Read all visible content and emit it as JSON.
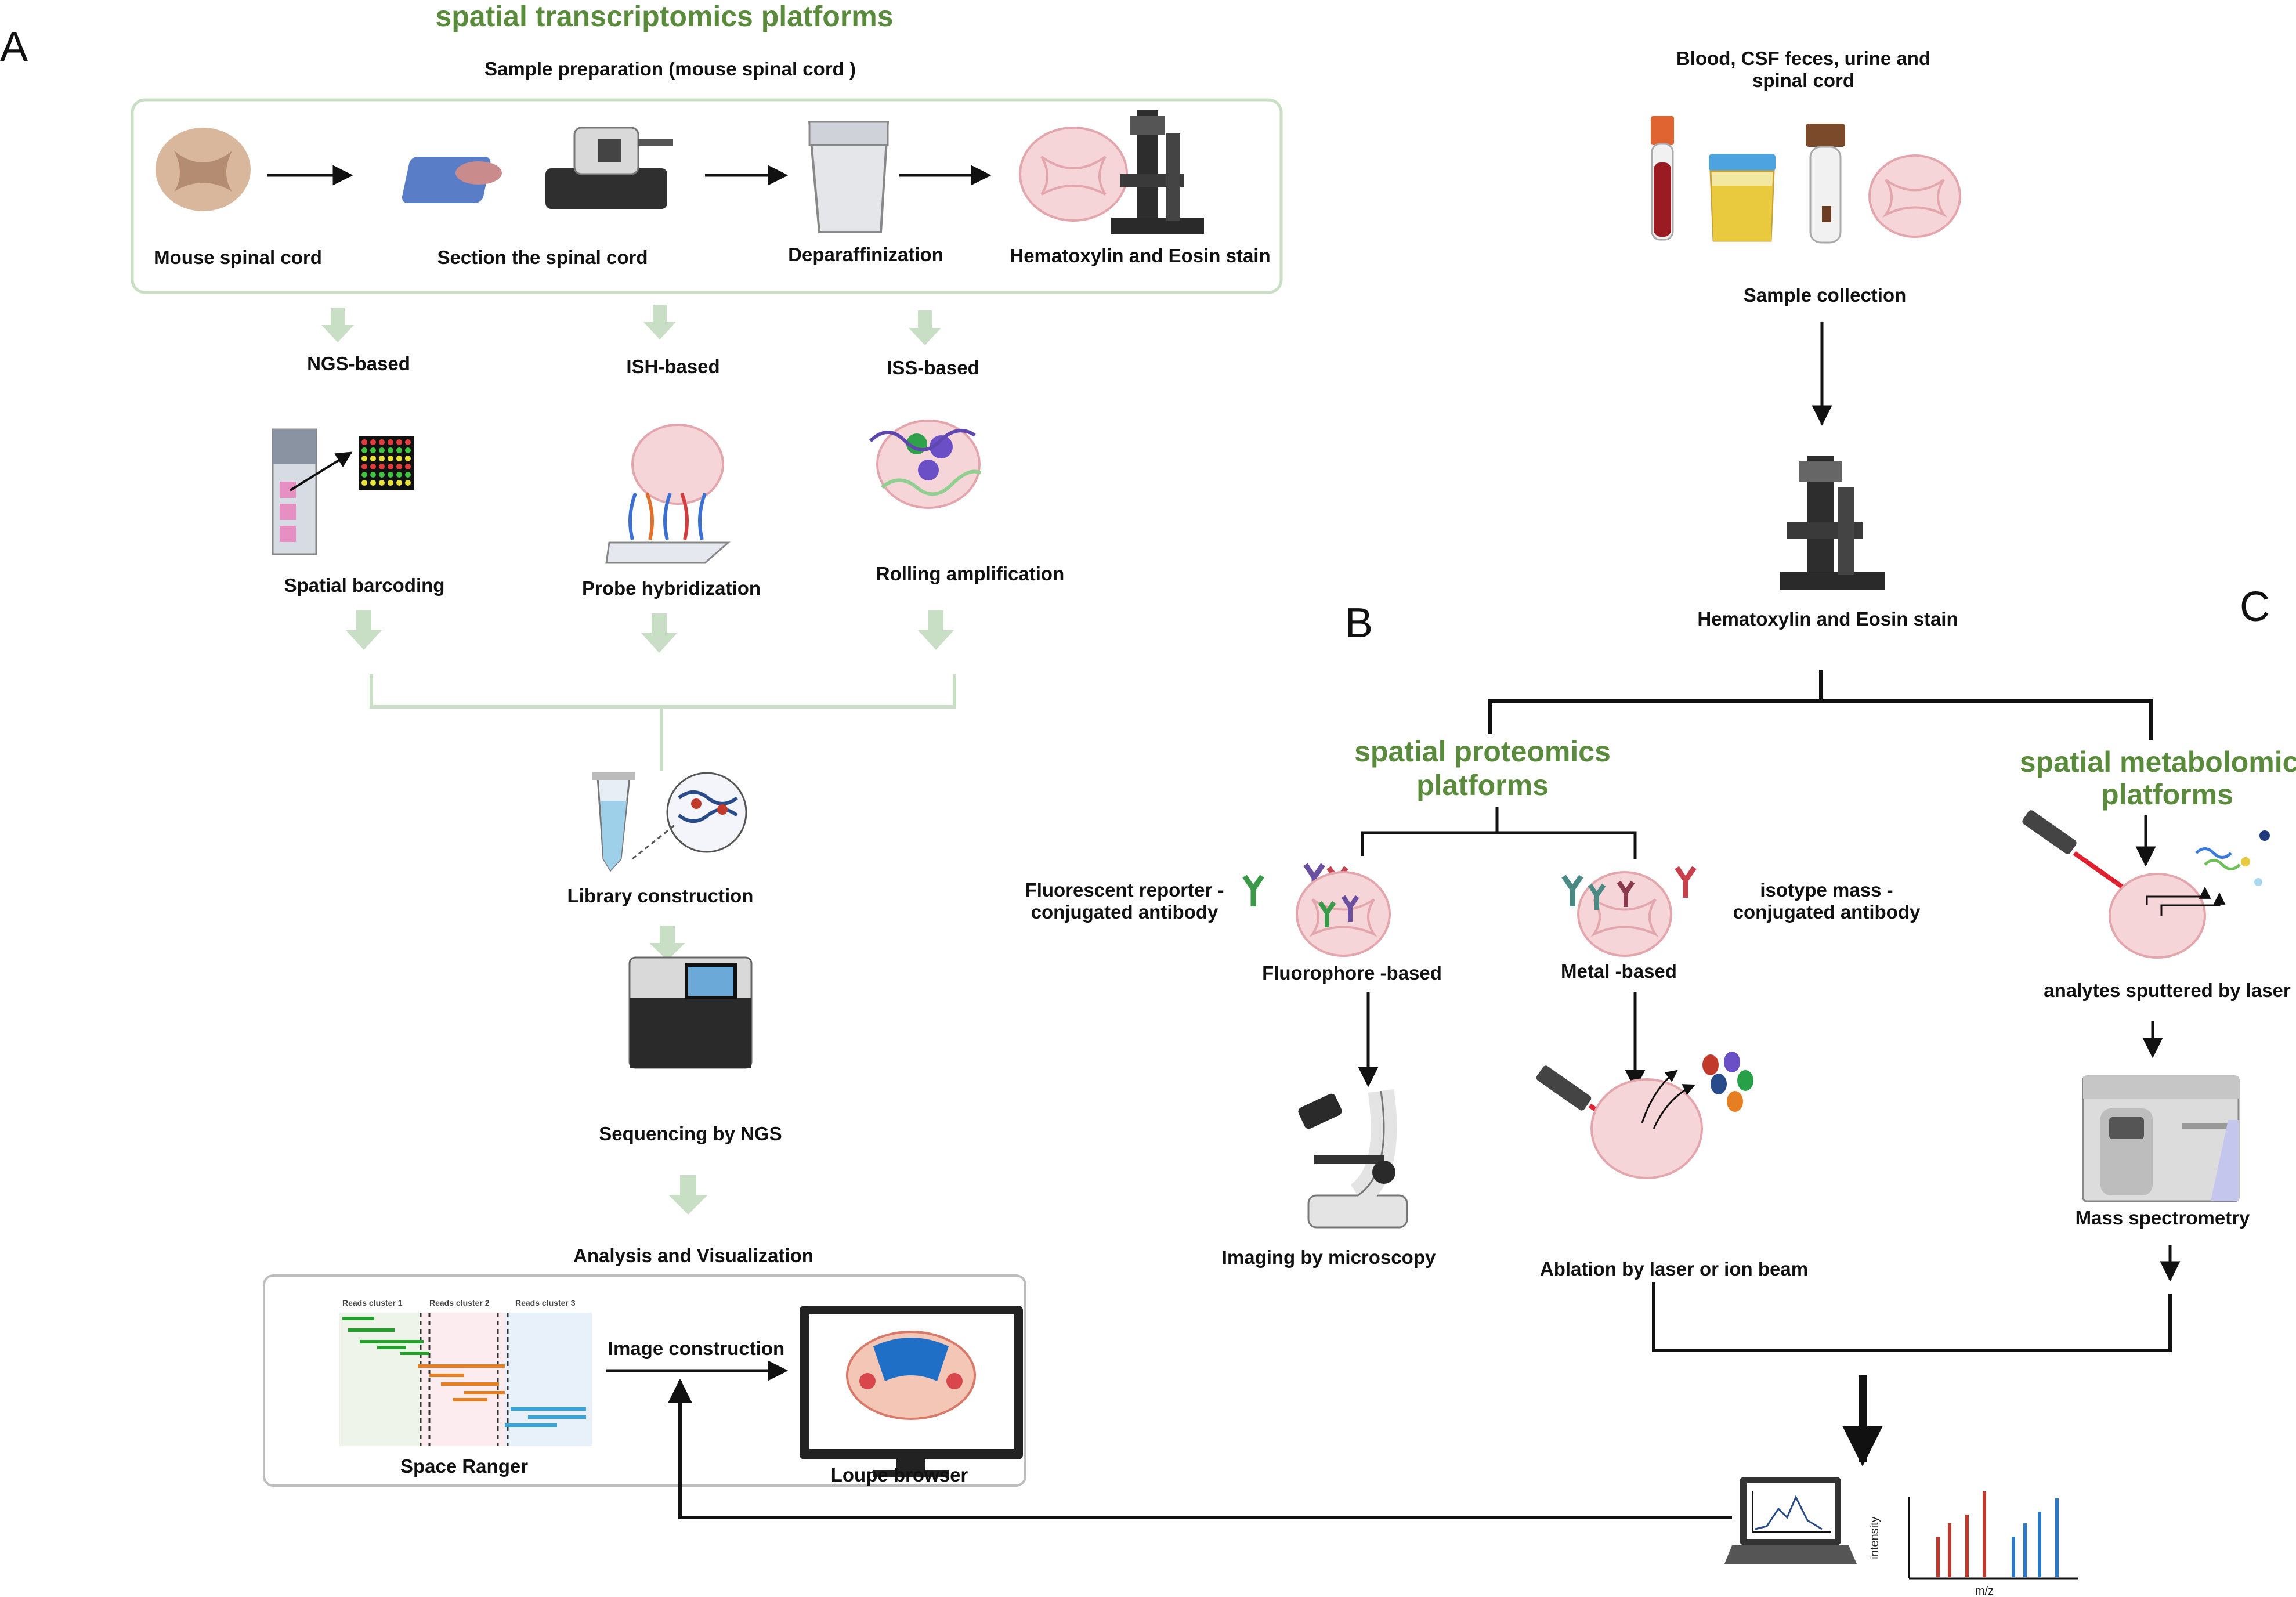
{
  "panels": {
    "a": "A",
    "b": "B",
    "c": "C"
  },
  "colors": {
    "accent_green": "#5a8a3c",
    "light_green_arrow": "#c9dfc5",
    "black": "#111111",
    "tissue_pink": "#f6cfd2",
    "laser_red": "#e01f2f"
  },
  "section_a": {
    "title": "spatial transcriptomics platforms",
    "sample_prep_title": "Sample preparation (mouse spinal cord )",
    "steps": [
      "Mouse spinal cord",
      "Section the spinal cord",
      "Deparaffinization",
      "Hematoxylin and Eosin stain"
    ],
    "methods": [
      "NGS-based",
      "ISH-based",
      "ISS-based"
    ],
    "method_steps": [
      "Spatial barcoding",
      "Probe hybridization",
      "Rolling amplification"
    ],
    "library": "Library construction",
    "sequencing": "Sequencing by NGS",
    "analysis_title": "Analysis and Visualization",
    "clusters": [
      "Reads cluster 1",
      "Reads cluster 2",
      "Reads cluster 3"
    ],
    "space_ranger": "Space Ranger",
    "image_construction": "Image construction",
    "loupe": "Loupe browser"
  },
  "top_right": {
    "samples": [
      "Blood, CSF feces,  urine and",
      "spinal cord"
    ],
    "collection": "Sample collection",
    "he_stain": "Hematoxylin and Eosin stain"
  },
  "section_b": {
    "title": [
      "spatial proteomics",
      "platforms"
    ],
    "fluor_reporter": [
      "Fluorescent reporter -",
      "conjugated antibody"
    ],
    "isotype": [
      "isotype mass -",
      "conjugated antibody"
    ],
    "fluor_based": "Fluorophore -based",
    "metal_based": "Metal -based",
    "imaging": "Imaging by microscopy",
    "ablation": "Ablation by laser or ion beam"
  },
  "section_c": {
    "title": [
      "spatial metabolomics",
      "platforms"
    ],
    "analytes": "analytes sputtered by laser",
    "mass_spec": "Mass spectrometry"
  },
  "plot": {
    "ylabel": "intensity",
    "xlabel": "m/z"
  }
}
